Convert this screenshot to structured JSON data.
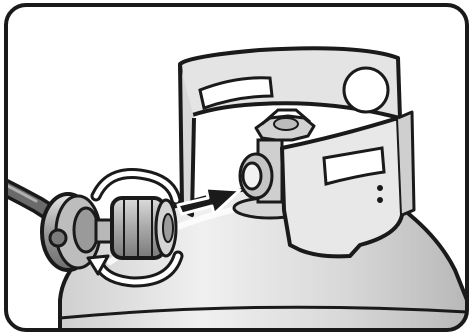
{
  "figure": {
    "parts": [
      {
        "id": "propane-tank",
        "icon": "propane-tank-icon"
      },
      {
        "id": "tank-collar",
        "icon": "tank-collar-icon"
      },
      {
        "id": "tank-valve",
        "icon": "valve-handwheel-icon"
      },
      {
        "id": "valve-outlet",
        "icon": "valve-outlet-icon"
      },
      {
        "id": "regulator",
        "icon": "regulator-icon"
      },
      {
        "id": "coupling-nut",
        "icon": "coupling-nut-icon"
      },
      {
        "id": "gas-hose",
        "icon": "hose-icon"
      }
    ],
    "annotations": [
      {
        "id": "connect-direction",
        "icon": "arrow-right-icon"
      },
      {
        "id": "tighten-rotation",
        "icon": "rotate-clockwise-icon"
      }
    ],
    "colors": {
      "outline": "#1a1a1a",
      "metal_light": "#eeeeee",
      "metal_mid": "#c8c8c8",
      "metal_dark": "#8a8a8a",
      "background": "#ffffff"
    }
  }
}
